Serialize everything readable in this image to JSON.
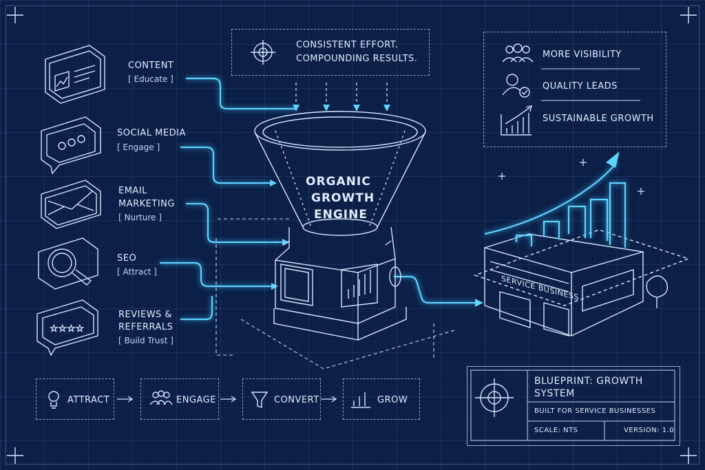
{
  "inputs": [
    {
      "title": "CONTENT",
      "tag": "[ Educate ]",
      "icon": "browser-window-icon"
    },
    {
      "title": "SOCIAL MEDIA",
      "tag": "[ Engage ]",
      "icon": "chat-bubble-icon"
    },
    {
      "title": "EMAIL",
      "title2": "MARKETING",
      "tag": "[ Nurture ]",
      "icon": "envelope-icon"
    },
    {
      "title": "SEO",
      "tag": "[ Attract ]",
      "icon": "magnifier-icon"
    },
    {
      "title": "REVIEWS &",
      "title2": "REFERRALS",
      "tag": "[ Build Trust ]",
      "icon": "star-rating-icon"
    }
  ],
  "top_note": {
    "line1": "CONSISTENT EFFORT.",
    "line2": "COMPOUNDING RESULTS."
  },
  "outcomes": [
    "MORE VISIBILITY",
    "QUALITY LEADS",
    "SUSTAINABLE GROWTH"
  ],
  "engine": {
    "line1": "ORGANIC",
    "line2": "GROWTH",
    "line3": "ENGINE"
  },
  "business_sign": "SERVICE BUSINESS",
  "flow": [
    "ATTRACT",
    "ENGAGE",
    "CONVERT",
    "GROW"
  ],
  "title_block": {
    "title1": "BLUEPRINT: GROWTH",
    "title2": "SYSTEM",
    "subtitle": "BUILT FOR SERVICE BUSINESSES",
    "scale": "SCALE: NTS",
    "version": "VERSION: 1.0"
  },
  "colors": {
    "background": "#0b1f47",
    "line": "#d9e6ff",
    "glow": "#5fd3ff"
  }
}
